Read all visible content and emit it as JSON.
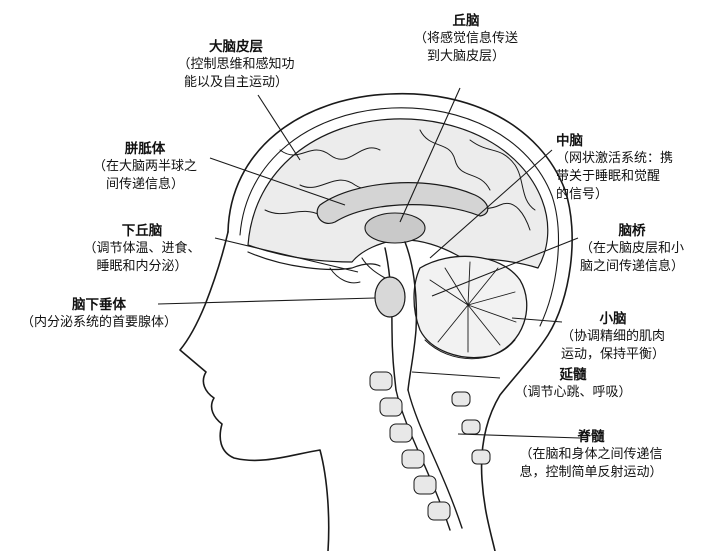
{
  "labels": {
    "cerebral_cortex": {
      "title": "大脑皮层",
      "desc": [
        "（控制思维和感知功",
        "能以及自主运动）"
      ]
    },
    "thalamus": {
      "title": "丘脑",
      "desc": [
        "（将感觉信息传送",
        "到大脑皮层）"
      ]
    },
    "corpus_callosum": {
      "title": "胼胝体",
      "desc": [
        "（在大脑两半球之",
        "间传递信息）"
      ]
    },
    "midbrain": {
      "title": "中脑",
      "desc": [
        "（网状激活系统：携",
        "带关于睡眠和觉醒",
        "的信号）"
      ]
    },
    "hypothalamus": {
      "title": "下丘脑",
      "desc": [
        "（调节体温、进食、",
        "睡眠和内分泌）"
      ]
    },
    "pons": {
      "title": "脑桥",
      "desc": [
        "（在大脑皮层和小",
        "脑之间传递信息）"
      ]
    },
    "pituitary": {
      "title": "脑下垂体",
      "desc": [
        "（内分泌系统的首要腺体）"
      ]
    },
    "cerebellum": {
      "title": "小脑",
      "desc": [
        "（协调精细的肌肉",
        "运动，保持平衡）"
      ]
    },
    "medulla": {
      "title": "延髓",
      "desc": [
        "（调节心跳、呼吸）"
      ]
    },
    "spinal_cord": {
      "title": "脊髓",
      "desc": [
        "（在脑和身体之间传递信",
        "息，控制简单反射运动）"
      ]
    }
  }
}
